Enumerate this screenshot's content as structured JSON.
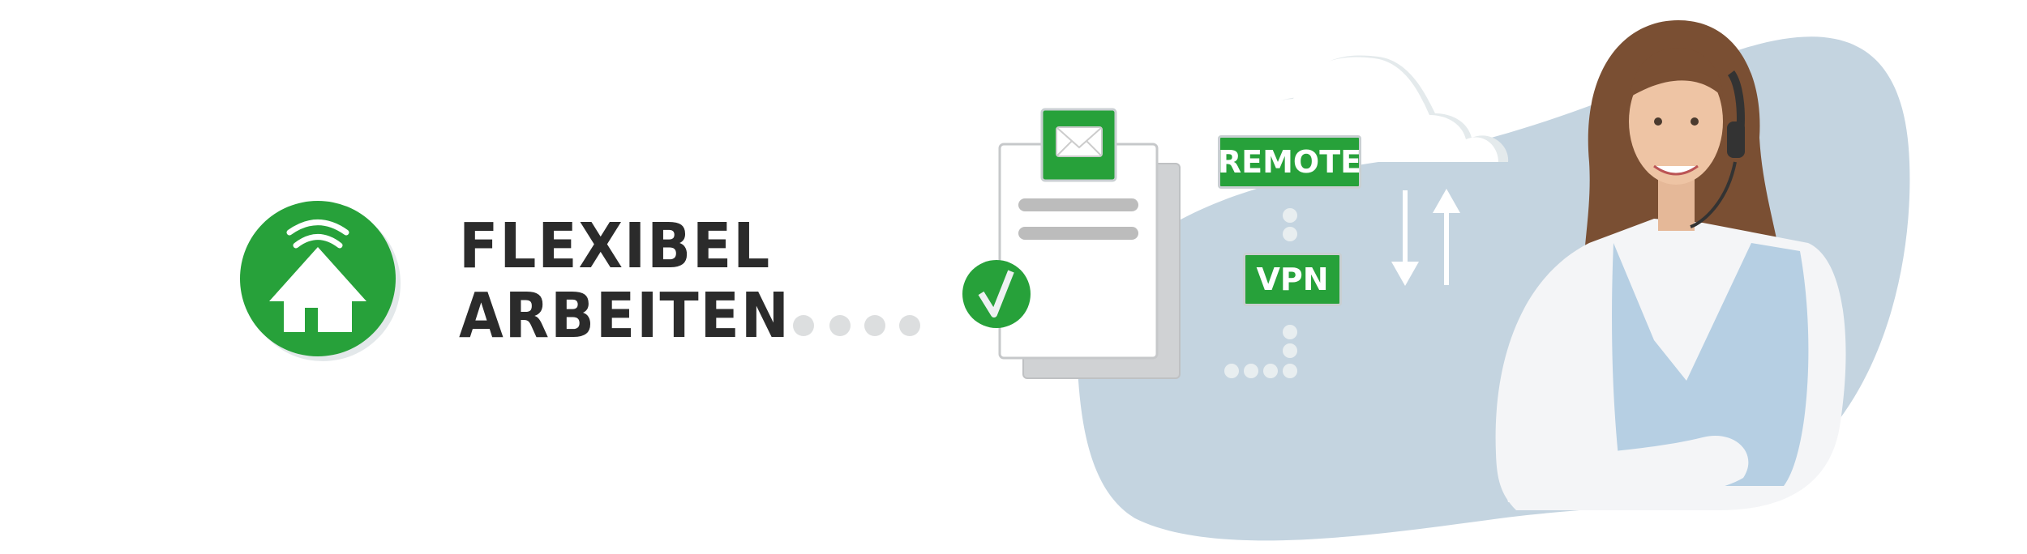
{
  "headline": {
    "line1": "FLEXIBEL",
    "line2": "ARBEITEN"
  },
  "tags": {
    "remote": "REMOTE",
    "vpn": "VPN"
  },
  "icons": [
    "home-wifi-icon",
    "document-icon",
    "mail-icon",
    "checkmark-icon",
    "cloud-icon",
    "up-down-arrows-icon"
  ],
  "colors": {
    "brand_green": "#27a13a",
    "blob_blue": "#c4d4e0",
    "text_dark": "#2b2b2b",
    "dot_gray": "#dcdedf"
  }
}
